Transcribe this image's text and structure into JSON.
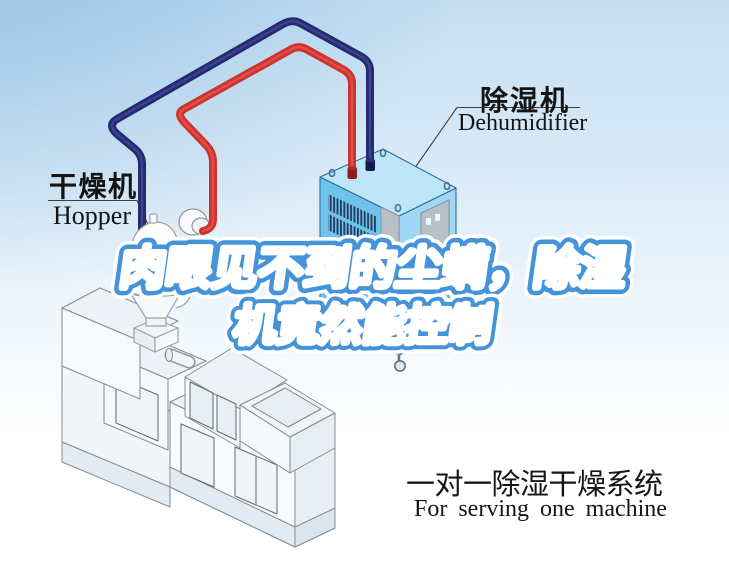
{
  "headline": {
    "line1": "肉眼见不到的尘螨，除湿",
    "line2": "机竟然能控制"
  },
  "labels": {
    "hopper": {
      "zh": "干燥机",
      "en": "Hopper"
    },
    "dehumidifier": {
      "zh": "除湿机",
      "en": "Dehumidifier"
    }
  },
  "caption": {
    "zh": "一对一除湿干燥系统",
    "en": "For serving one machine"
  },
  "colors": {
    "headline_outline": "#4594da",
    "headline_fill": "#ffffff",
    "cable_supply_blue": "#252b6e",
    "cable_return_red": "#cf332e",
    "machine_left_face": "#6ec3ea",
    "machine_right_face": "#a0d8f3",
    "machine_top_face": "#bce5f8",
    "background_top": "#a3cfec",
    "background_bottom": "#ffffff"
  }
}
